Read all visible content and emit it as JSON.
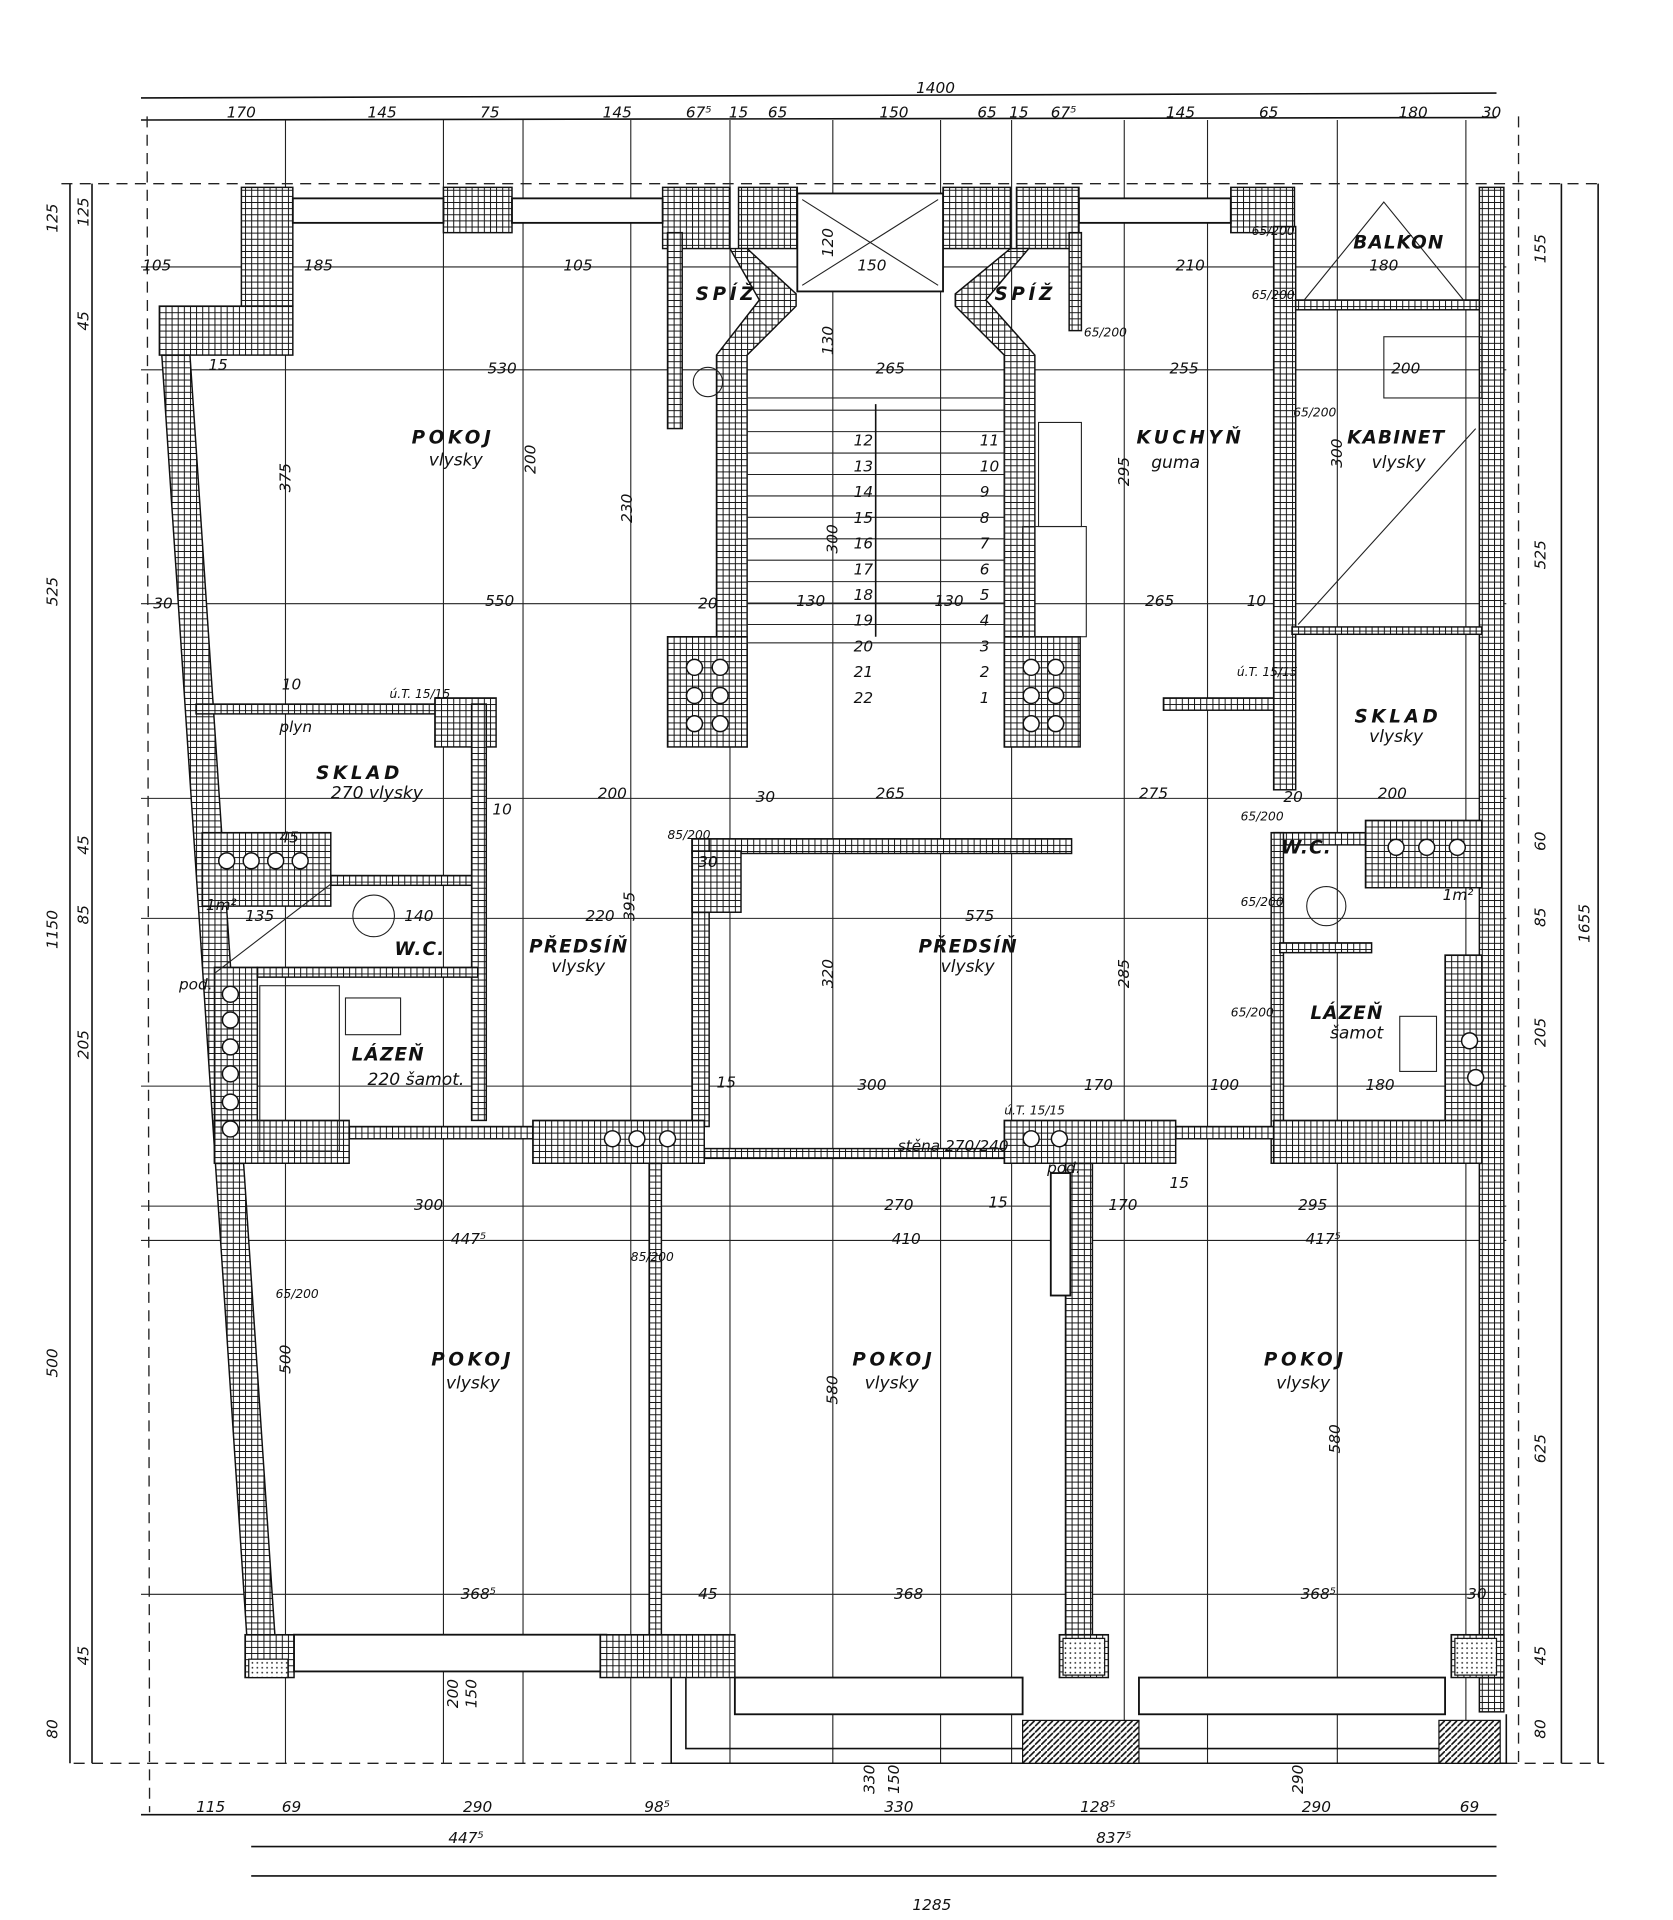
{
  "rooms": {
    "pokoj_nw": {
      "name": "POKOJ",
      "floor": "vlysky"
    },
    "spiz_left": {
      "name": "SPÍŽ"
    },
    "spiz_right": {
      "name": "SPÍŽ"
    },
    "kuchyn": {
      "name": "KUCHYŇ",
      "floor": "guma"
    },
    "kabinet": {
      "name": "KABINET",
      "floor": "vlysky"
    },
    "balkon": {
      "name": "BALKON"
    },
    "sklad_left": {
      "name": "SKLAD",
      "floor": "270 vlysky"
    },
    "sklad_right": {
      "name": "SKLAD",
      "floor": "vlysky"
    },
    "wc_left": {
      "name": "W.C."
    },
    "wc_right": {
      "name": "W.C."
    },
    "predsin_left": {
      "name": "PŘEDSÍŇ",
      "floor": "vlysky"
    },
    "predsin_center": {
      "name": "PŘEDSÍŇ",
      "floor": "vlysky"
    },
    "lazen_left": {
      "name": "LÁZEŇ",
      "floor": "220 šamot."
    },
    "lazen_right": {
      "name": "LÁZEŇ",
      "floor": "šamot"
    },
    "pokoj_sw": {
      "name": "POKOJ",
      "floor": "vlysky"
    },
    "pokoj_s": {
      "name": "POKOJ",
      "floor": "vlysky"
    },
    "pokoj_se": {
      "name": "POKOJ",
      "floor": "vlysky"
    }
  },
  "annotations": {
    "partition": "stěna 270/240",
    "gas": "plyn",
    "ut_left": "ú.T. 15/15",
    "ut_right": "ú.T. 15/15",
    "ut_center": "ú.T. 15/15",
    "area_left": "1m²",
    "area_right": "1m²",
    "pod_left": "pod.",
    "pod_center": "pod."
  },
  "stair_steps": [
    "12",
    "13",
    "14",
    "15",
    "16",
    "17",
    "18",
    "19",
    "20",
    "21",
    "22",
    "11",
    "10",
    "9",
    "8",
    "7",
    "6",
    "5",
    "4",
    "3",
    "2",
    "1"
  ],
  "dimensions": [
    "1400",
    "170",
    "145",
    "75",
    "145",
    "67⁵",
    "15",
    "65",
    "150",
    "65",
    "15",
    "67⁵",
    "145",
    "65",
    "180",
    "30",
    "115",
    "69",
    "290",
    "98⁵",
    "330",
    "128⁵",
    "290",
    "69",
    "447⁵",
    "837⁵",
    "1285",
    "125",
    "525",
    "1150",
    "500",
    "80",
    "125",
    "45",
    "45",
    "85",
    "205",
    "45",
    "155",
    "525",
    "60",
    "85",
    "205",
    "625",
    "45",
    "80",
    "1655",
    "530",
    "265",
    "255",
    "200",
    "550",
    "130",
    "130",
    "265",
    "200",
    "265",
    "275",
    "200",
    "220",
    "575",
    "140",
    "135",
    "300",
    "170",
    "100",
    "180",
    "300",
    "270",
    "170",
    "295",
    "447⁵",
    "410",
    "417⁵",
    "368⁵",
    "368",
    "368⁵",
    "105",
    "185",
    "105",
    "210",
    "180",
    "150",
    "120",
    "130",
    "375",
    "200",
    "230",
    "300",
    "395",
    "320",
    "285",
    "295",
    "300",
    "580",
    "580",
    "500",
    "150",
    "330",
    "290",
    "200",
    "150",
    "65/200",
    "65/200",
    "85/200",
    "85/200",
    "65/200",
    "65/200",
    "65/200",
    "65/200",
    "65/200",
    "65/200",
    "10",
    "15",
    "30",
    "45",
    "10",
    "30",
    "15",
    "30",
    "10",
    "20",
    "20",
    "15",
    "45",
    "15",
    "30"
  ]
}
